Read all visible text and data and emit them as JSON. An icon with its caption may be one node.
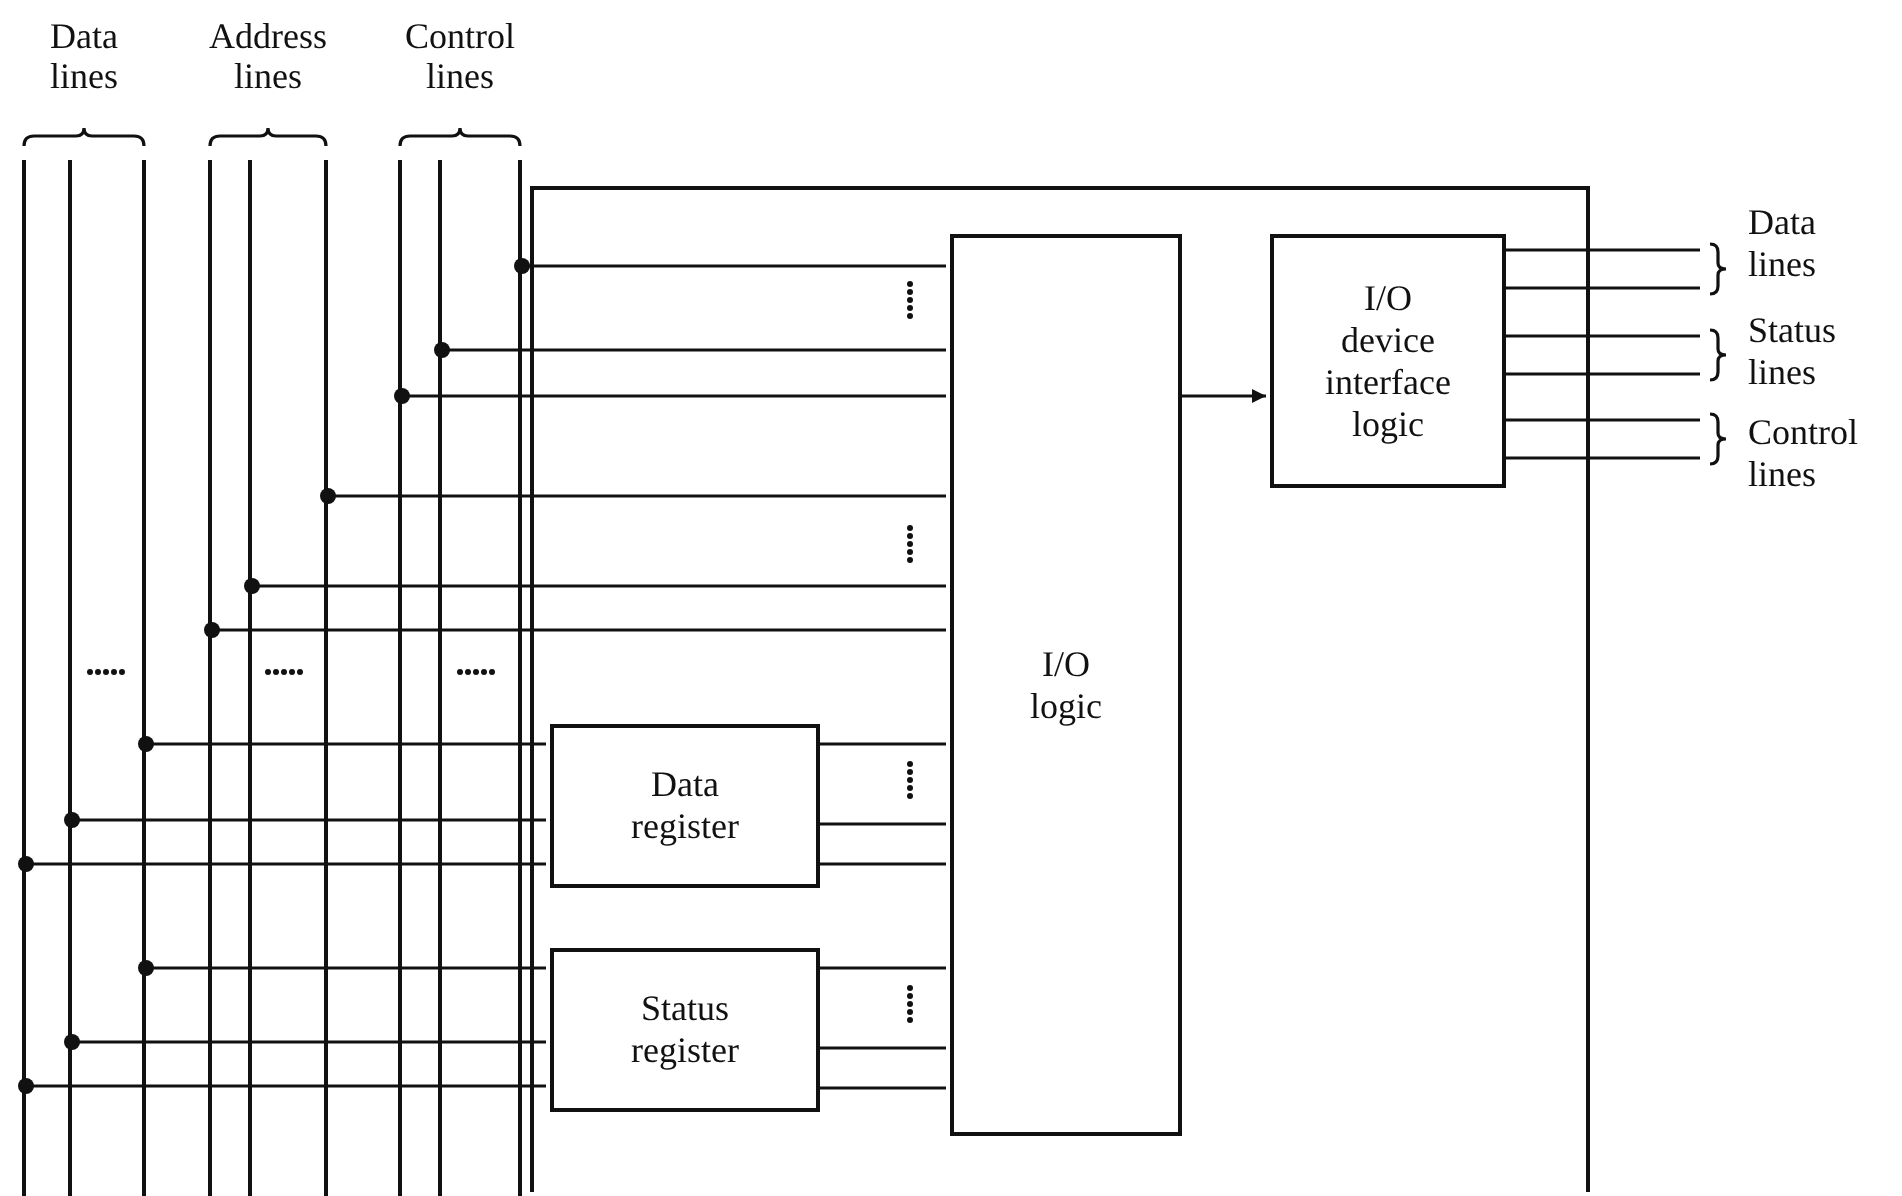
{
  "diagram": {
    "nodes": [
      {
        "text": [
          "Data lines"
        ]
      },
      {
        "text": [],
        "shape": "bar",
        "in": 0
      },
      {
        "text": [],
        "shape": "bar",
        "in": 0
      },
      {
        "text": [],
        "shape": "bar",
        "in": 0
      },
      {
        "text": [
          "Address lines"
        ]
      },
      {
        "text": [],
        "shape": "bar",
        "in": 4
      },
      {
        "text": [],
        "shape": "bar",
        "in": 4
      },
      {
        "text": [],
        "shape": "bar",
        "in": 4
      },
      {
        "text": [
          "Control lines"
        ]
      },
      {
        "text": [],
        "shape": "bar",
        "in": 8
      },
      {
        "text": [],
        "shape": "bar",
        "in": 8
      },
      {
        "text": [],
        "shape": "bar",
        "in": 8
      },
      {
        "text": [],
        "shape": "box"
      },
      {
        "text": [
          "I/O logic"
        ],
        "in": 12
      },
      {
        "text": [
          "I/O device interface logic"
        ],
        "in": 12
      },
      {
        "text": [
          "Data register"
        ],
        "in": 12
      },
      {
        "text": [
          "Status register"
        ],
        "in": 12
      },
      {
        "text": [
          "Data lines"
        ]
      },
      {
        "text": [
          "Status lines"
        ]
      },
      {
        "text": [
          "Control lines"
        ]
      }
    ],
    "edges": [
      {
        "from": 11,
        "to": 13,
        "arrow": "other"
      },
      {
        "from": 10,
        "to": 13,
        "arrow": "other"
      },
      {
        "from": 9,
        "to": 13,
        "arrow": "other"
      },
      {
        "from": 7,
        "to": 13,
        "arrow": "other"
      },
      {
        "from": 6,
        "to": 13,
        "arrow": "other"
      },
      {
        "from": 5,
        "to": 13,
        "arrow": "other"
      },
      {
        "from": 3,
        "to": 15,
        "arrow": "other"
      },
      {
        "from": 2,
        "to": 15,
        "arrow": "other"
      },
      {
        "from": 1,
        "to": 15,
        "arrow": "other"
      },
      {
        "from": 3,
        "to": 16,
        "arrow": "other"
      },
      {
        "from": 2,
        "to": 16,
        "arrow": "other"
      },
      {
        "from": 1,
        "to": 16,
        "arrow": "other"
      },
      {
        "from": 15,
        "to": 13,
        "arrow": "none"
      },
      {
        "from": 15,
        "to": 13,
        "arrow": "none"
      },
      {
        "from": 15,
        "to": 13,
        "arrow": "none"
      },
      {
        "from": 16,
        "to": 13,
        "arrow": "none"
      },
      {
        "from": 16,
        "to": 13,
        "arrow": "none"
      },
      {
        "from": 16,
        "to": 13,
        "arrow": "none"
      },
      {
        "from": 13,
        "to": 14,
        "arrow": "to"
      },
      {
        "from": 14,
        "to": 17,
        "arrow": "none"
      },
      {
        "from": 14,
        "to": 17,
        "arrow": "none"
      },
      {
        "from": 14,
        "to": 18,
        "arrow": "none"
      },
      {
        "from": 14,
        "to": 18,
        "arrow": "none"
      },
      {
        "from": 14,
        "to": 19,
        "arrow": "none"
      },
      {
        "from": 14,
        "to": 19,
        "arrow": "none"
      }
    ]
  }
}
